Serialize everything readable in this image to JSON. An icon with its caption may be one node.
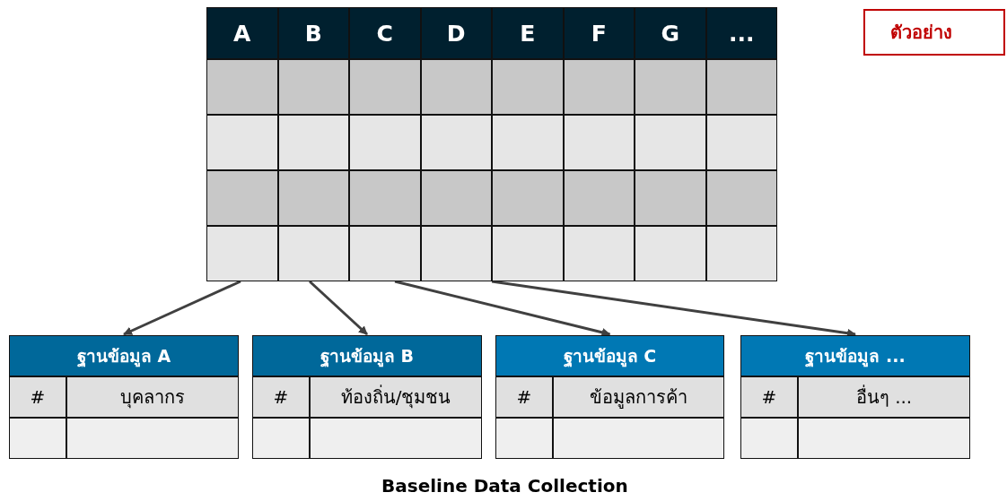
{
  "diagram": {
    "caption": "Baseline Data Collection",
    "nodes": [
      {
        "text": [
          "A",
          "B",
          "C",
          "D",
          "E",
          "F",
          "G",
          "..."
        ]
      },
      {
        "text": [
          "ฐานข้อมูล A",
          "#",
          "บุคลากร"
        ]
      },
      {
        "text": [
          "ฐานข้อมูล B",
          "#",
          "ท้องถิ่น/ชุมชน"
        ]
      },
      {
        "text": [
          "ฐานข้อมูล C",
          "#",
          "ข้อมูลการค้า"
        ]
      },
      {
        "text": [
          "ฐานข้อมูล ...",
          "#",
          "อื่นๆ ..."
        ]
      },
      {
        "text": [
          "ตัวอย่าง"
        ]
      }
    ],
    "edges": [
      {
        "from": 0,
        "to": 1,
        "arrow": "to"
      },
      {
        "from": 0,
        "to": 2,
        "arrow": "to"
      },
      {
        "from": 0,
        "to": 3,
        "arrow": "to"
      },
      {
        "from": 0,
        "to": 4,
        "arrow": "to"
      }
    ]
  }
}
